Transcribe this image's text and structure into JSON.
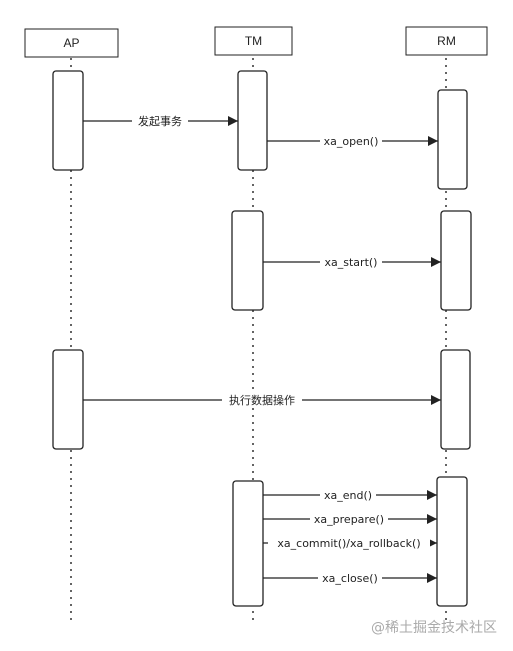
{
  "participants": {
    "ap": "AP",
    "tm": "TM",
    "rm": "RM"
  },
  "messages": [
    {
      "id": "m1",
      "label": "发起事务"
    },
    {
      "id": "m2",
      "label": "xa_open()"
    },
    {
      "id": "m3",
      "label": "xa_start()"
    },
    {
      "id": "m4",
      "label": "执行数据操作"
    },
    {
      "id": "m5",
      "label": "xa_end()"
    },
    {
      "id": "m6",
      "label": "xa_prepare()"
    },
    {
      "id": "m7",
      "label": "xa_commit()/xa_rollback()"
    },
    {
      "id": "m8",
      "label": "xa_close()"
    }
  ],
  "watermark": "@稀土掘金技术社区"
}
